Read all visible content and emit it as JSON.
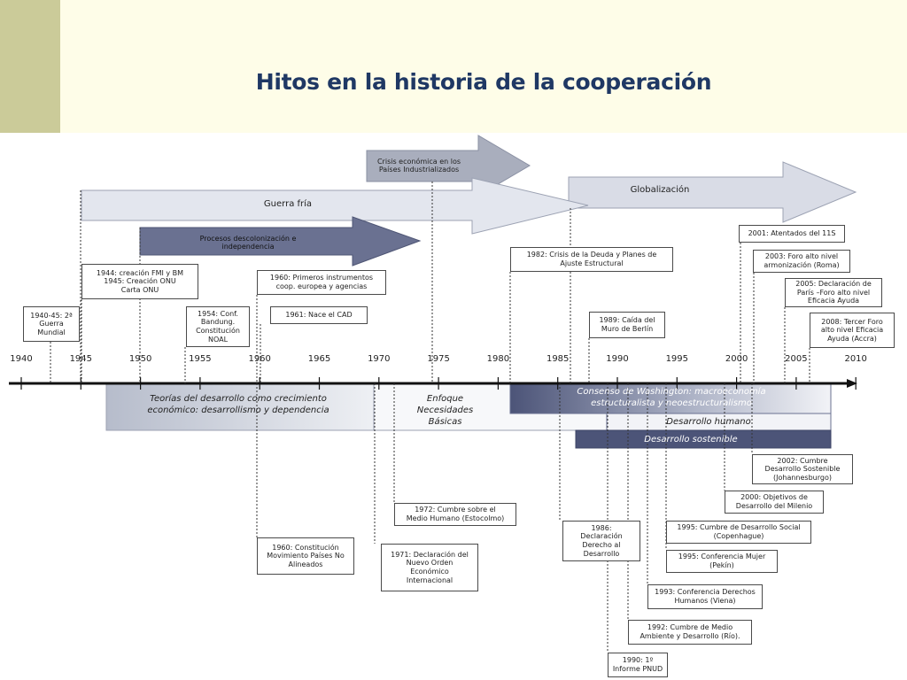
{
  "title": "Hitos en la historia de la cooperación",
  "timeline": {
    "years": [
      "1940",
      "1945",
      "1950",
      "1955",
      "1960",
      "1965",
      "1970",
      "1975",
      "1980",
      "1985",
      "1990",
      "1995",
      "2000",
      "2005",
      "2010"
    ]
  },
  "arrows": {
    "crisis": "Crisis económica en los\nPaíses Industrializados",
    "guerra_fria": "Guerra fría",
    "globalizacion": "Globalización",
    "descolonizacion": "Procesos descolonización e\nindependencia"
  },
  "bands": {
    "teorias": "Teorías del desarrollo como crecimiento\neconómico: desarrollismo y dependencia",
    "enfoque": "Enfoque\nNecesidades\nBásicas",
    "consenso": "Consenso de Washington: macroeconomía\nestructuralista y neoestructuralismo",
    "humano": "Desarrollo humano",
    "sostenible": "Desarrollo sostenible"
  },
  "events_top": {
    "e1940": "1940-45: 2ª\nGuerra\nMundial",
    "e1944": "1944: creación FMI y BM\n1945: Creación ONU\nCarta ONU",
    "e1954": "1954: Conf.\nBandung.\nConstitución\nNOAL",
    "e1960": "1960: Primeros instrumentos\ncoop. europea y agencias",
    "e1961": "1961: Nace el CAD",
    "e1982": "1982: Crisis de la Deuda y Planes de\nAjuste Estructural",
    "e1989": "1989: Caída del\nMuro de Berlín",
    "e2001": "2001: Atentados del 11S",
    "e2003": "2003: Foro alto nivel\narmonización (Roma)",
    "e2005": "2005: Declaración de\nParís –Foro alto nivel\nEficacia Ayuda",
    "e2008": "2008: Tercer Foro\nalto nivel Eficacia\nAyuda (Accra)"
  },
  "events_bottom": {
    "e2002": "2002: Cumbre\nDesarrollo Sostenible\n(Johannesburgo)",
    "e2000": "2000: Objetivos de\nDesarrollo del Milenio",
    "e1972": "1972: Cumbre sobre el\nMedio Humano (Estocolmo)",
    "e1986": "1986:\nDeclaración\nDerecho al\nDesarrollo",
    "e1995a": "1995: Cumbre de Desarrollo Social\n(Copenhague)",
    "e1960c": "1960: Constitución\nMovimiento Países No\nAlineados",
    "e1971": "1971: Declaración del\nNuevo Orden\nEconómico\nInternacional",
    "e1995b": "1995: Conferencia Mujer\n(Pekín)",
    "e1993": "1993: Conferencia Derechos\nHumanos (Viena)",
    "e1992": "1992: Cumbre de Medio\nAmbiente y Desarrollo (Río).",
    "e1990": "1990: 1º\nInforme PNUD"
  },
  "colors": {
    "header_bg": "#fefde8",
    "accent": "#cbcb99",
    "title": "#1f3864",
    "arrow_light": "#d9dce6",
    "arrow_mid": "#a9aebd",
    "arrow_dark": "#6a7191",
    "band_dark": "#4c5478"
  }
}
